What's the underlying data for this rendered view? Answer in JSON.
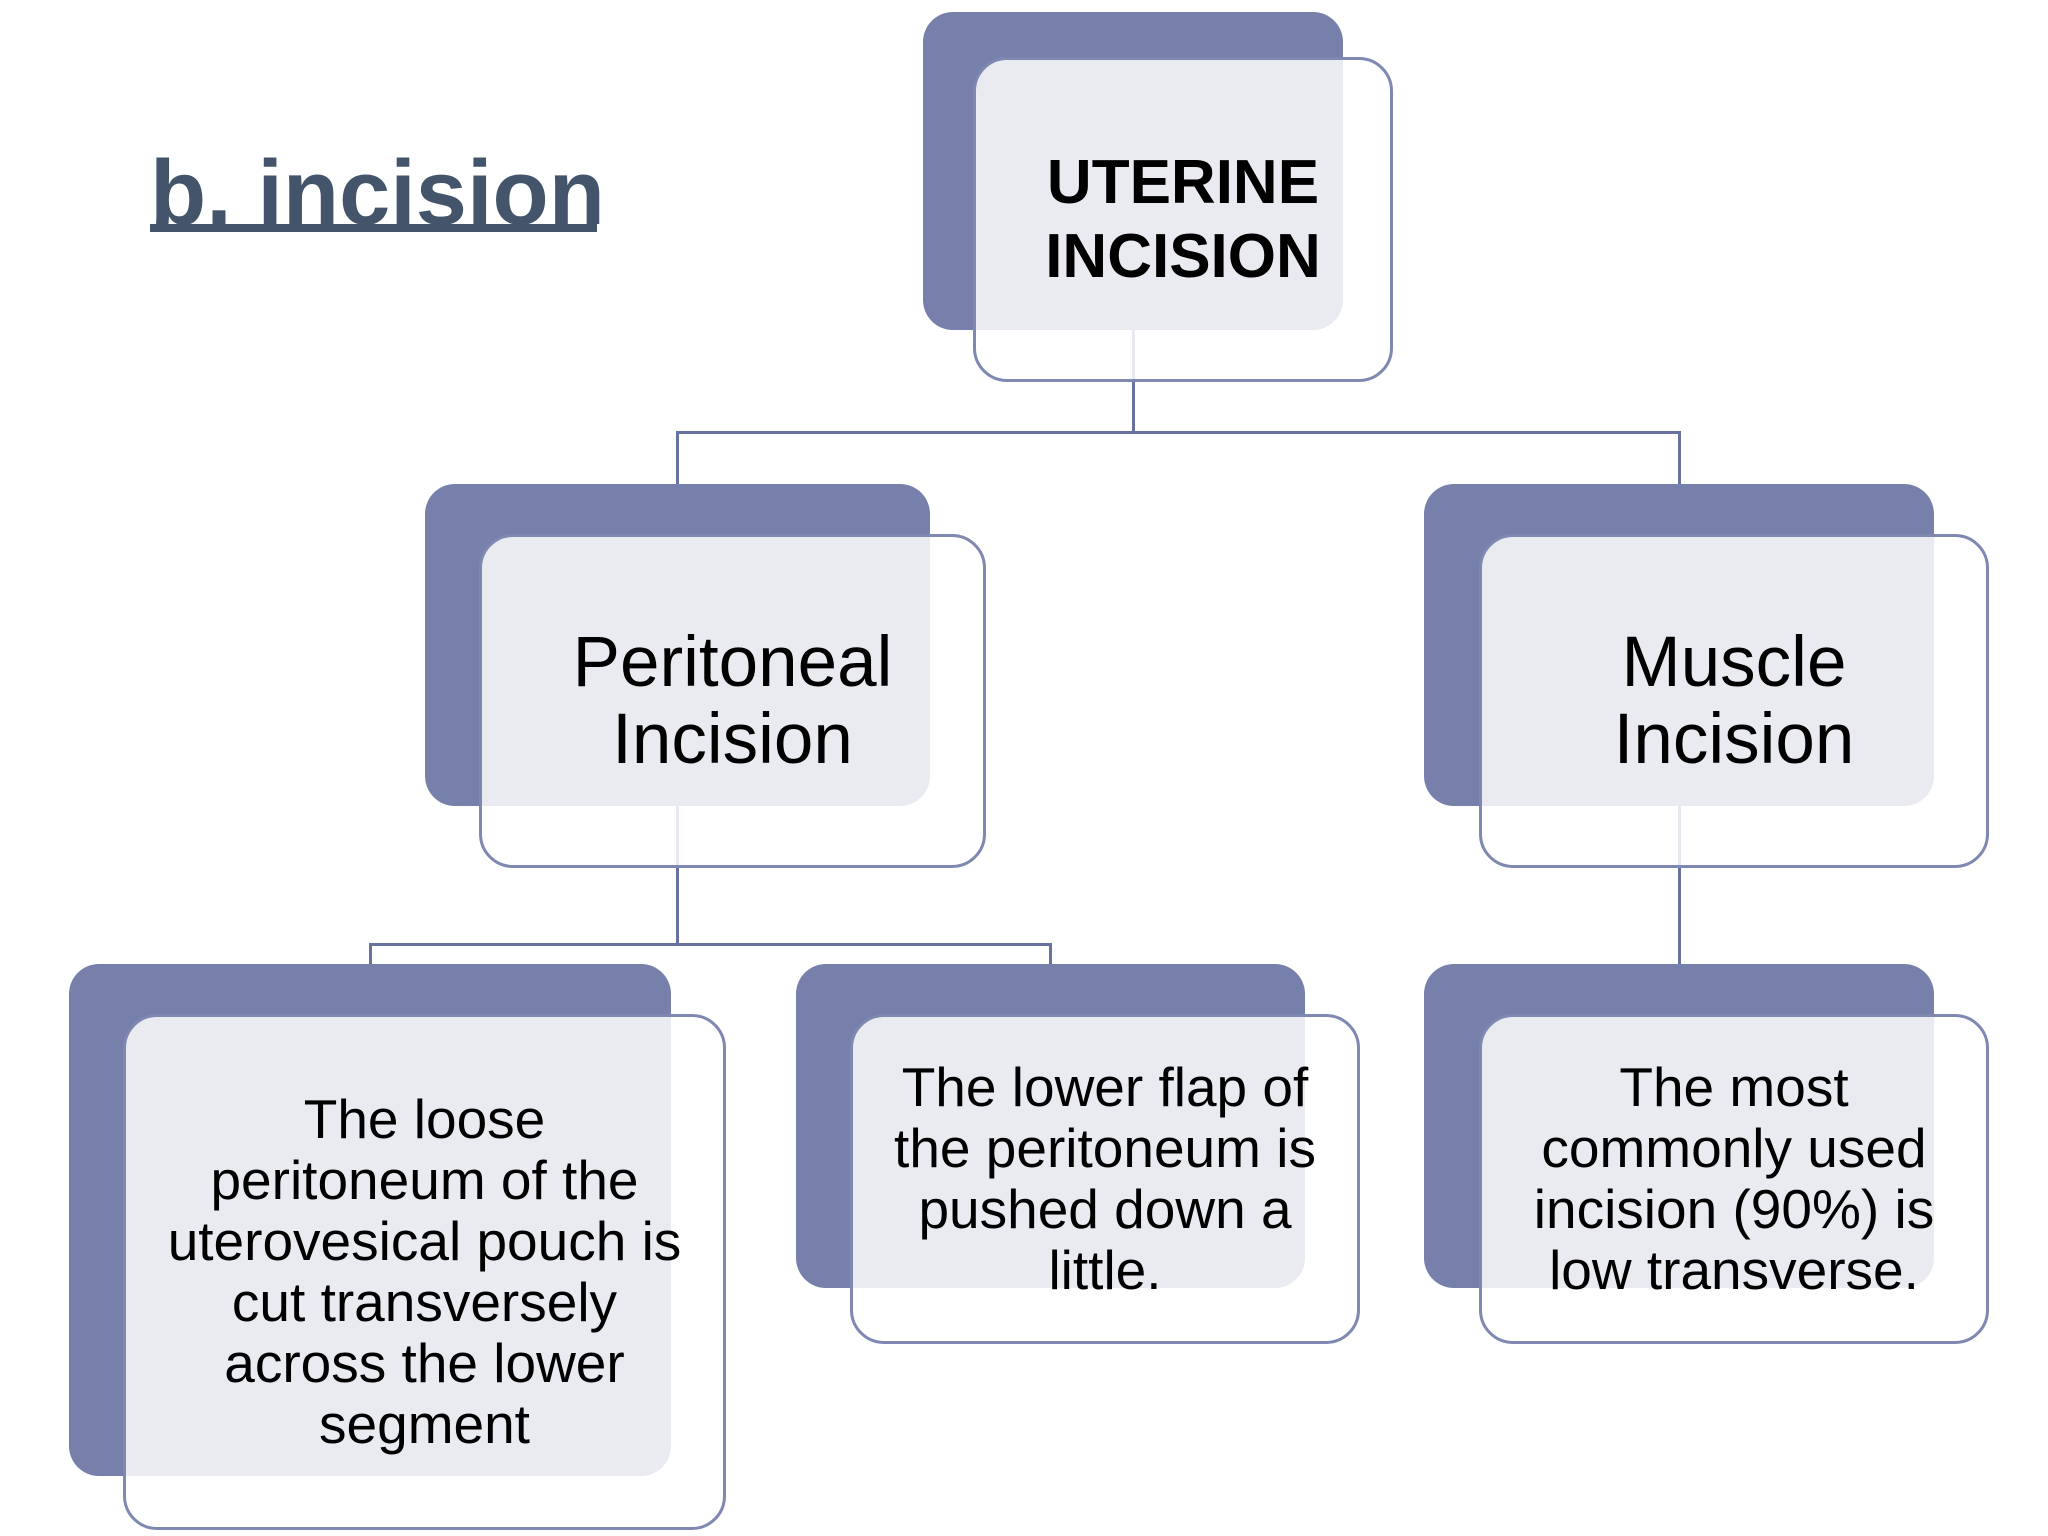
{
  "slide": {
    "title": "b. incision"
  },
  "theme": {
    "background": "#FFFFFF",
    "accent_fill": "#7780AA",
    "card_border": "#7E88B0",
    "connector": "#68729F",
    "title_color": "#44546A",
    "node_text_color": "#000000"
  },
  "diagram": {
    "type": "hierarchy",
    "nodes": {
      "root": {
        "label": "UTERINE\nINCISION",
        "children": [
          "peritoneal",
          "muscle"
        ]
      },
      "peritoneal": {
        "label": "Peritoneal\nIncision",
        "children": [
          "peritoneal_detail_1",
          "peritoneal_detail_2"
        ]
      },
      "muscle": {
        "label": "Muscle\nIncision",
        "children": [
          "muscle_detail_1"
        ]
      },
      "peritoneal_detail_1": {
        "label": "The loose\nperitoneum of the\nuterovesical pouch is\ncut transversely\nacross the lower\nsegment"
      },
      "peritoneal_detail_2": {
        "label": "The lower flap of\nthe peritoneum is\npushed down a\nlittle."
      },
      "muscle_detail_1": {
        "label": "The most\ncommonly used\nincision (90%) is\nlow transverse."
      }
    }
  }
}
